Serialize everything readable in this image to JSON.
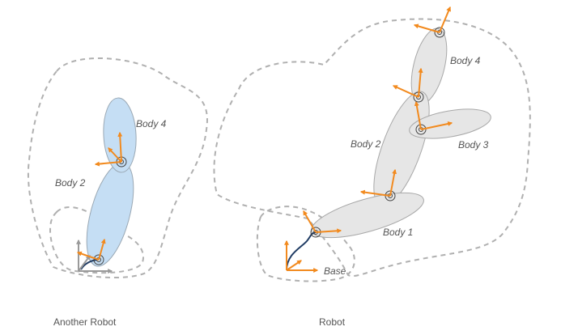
{
  "colors": {
    "boundary": "#b0b0b0",
    "body_gray_fill": "#e6e6e6",
    "body_gray_stroke": "#a8a8a8",
    "body_blue_fill": "#c5def4",
    "body_blue_stroke": "#9aa8b4",
    "frame_orange": "#f28a1e",
    "frame_gray": "#9a9a9a",
    "base_link": "#1f3b63"
  },
  "labels": {
    "another_robot": "Another Robot",
    "robot": "Robot",
    "right_body1": "Body 1",
    "right_body2": "Body 2",
    "right_body3": "Body 3",
    "right_body4": "Body 4",
    "right_base": "Base",
    "left_body2": "Body 2",
    "left_body4": "Body 4"
  }
}
